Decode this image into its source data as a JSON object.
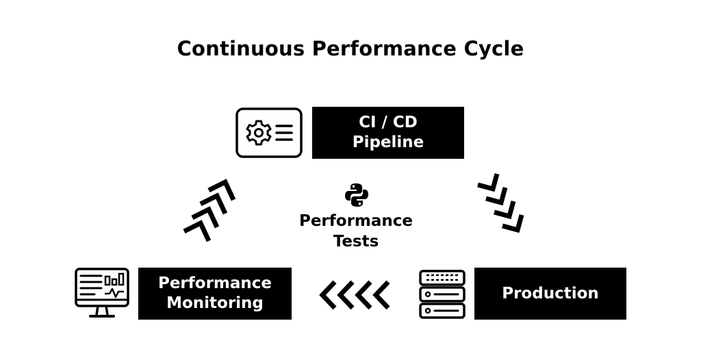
{
  "title": "Continuous Performance Cycle",
  "nodes": {
    "ci_cd": "CI / CD\nPipeline",
    "monitoring": "Performance\nMonitoring",
    "production": "Production",
    "center": "Performance\nTests"
  },
  "icons": {
    "ci_cd": "settings-panel-icon",
    "monitoring": "monitor-dashboard-icon",
    "production": "server-stack-icon",
    "center": "python-logo-icon"
  },
  "colors": {
    "box_fill": "#000000",
    "box_text": "#ffffff",
    "ink": "#000000",
    "background": "#ffffff"
  }
}
